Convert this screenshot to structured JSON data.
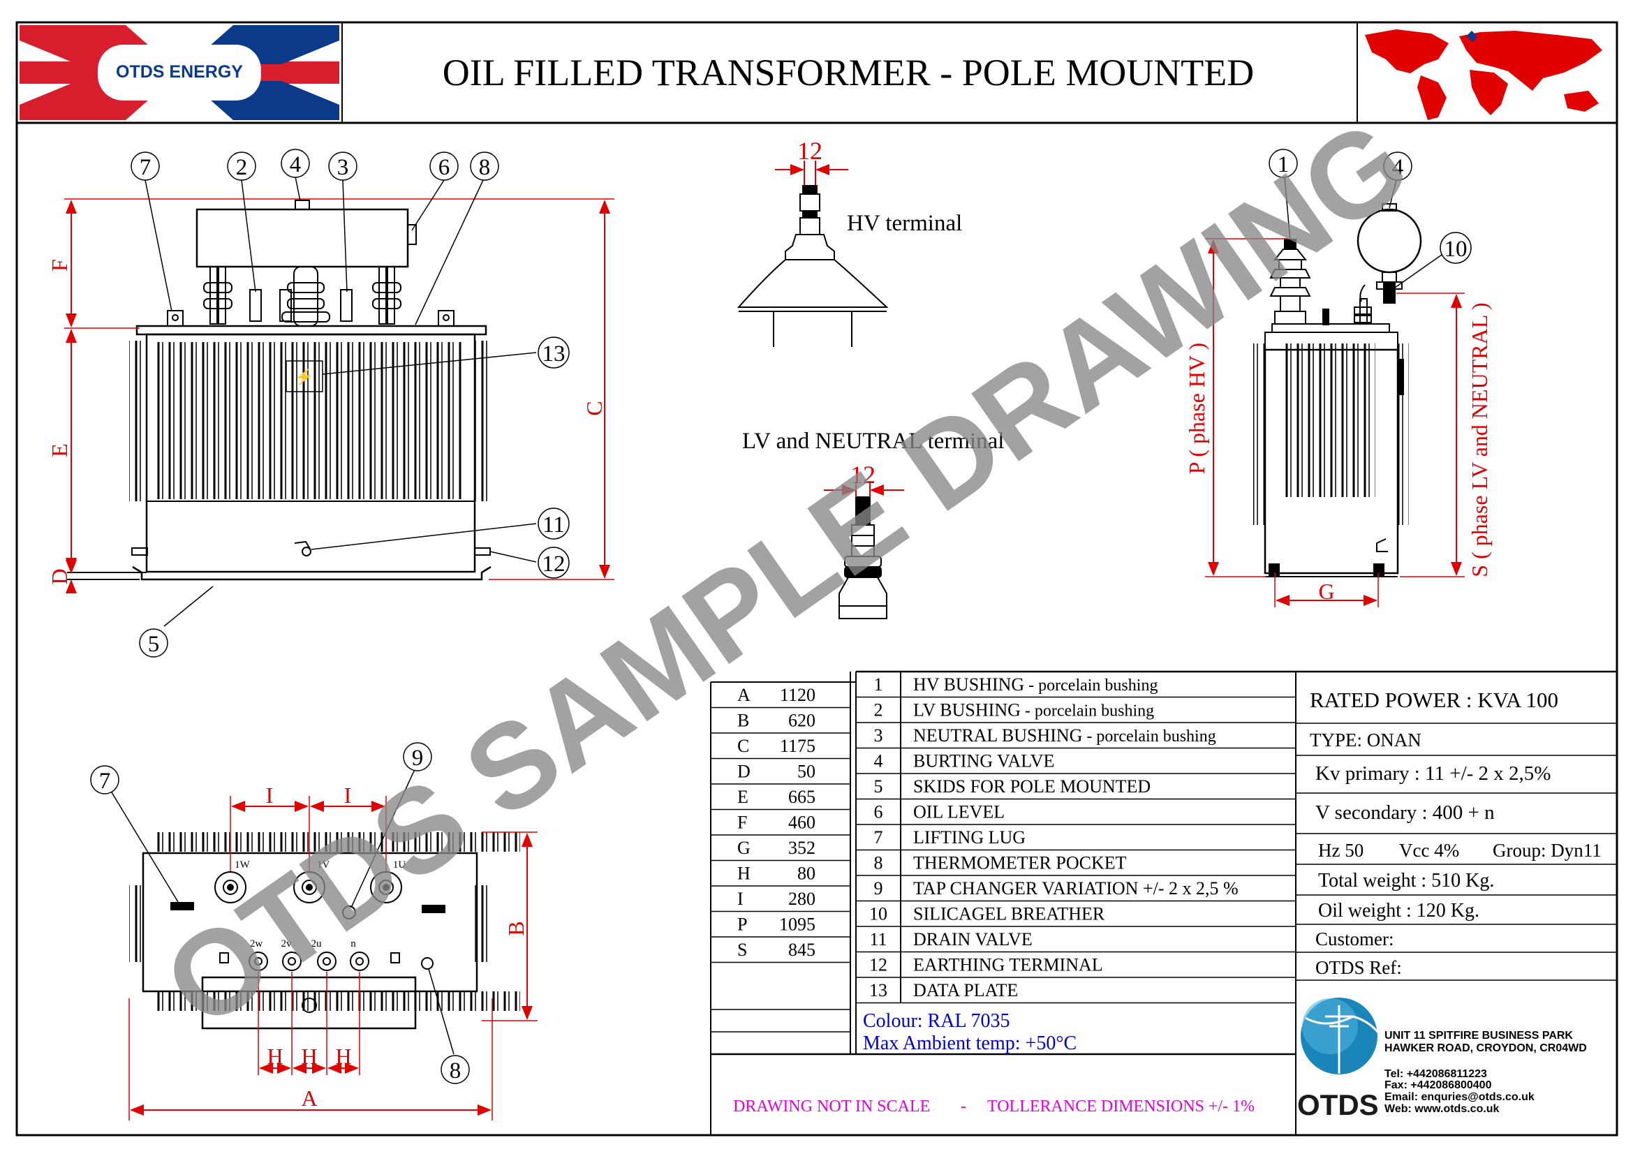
{
  "header": {
    "logo_text": "OTDS ENERGY",
    "title": "OIL FILLED TRANSFORMER - POLE MOUNTED"
  },
  "watermark": "OTDS SAMPLE DRAWING",
  "colors": {
    "dimension": "#e00000",
    "info_blue": "#0000cc",
    "note_magenta": "#e000e0",
    "watermark": "#888888",
    "map_red": "#e00000",
    "flag_red": "#d81e2c",
    "flag_blue": "#0b3a8a"
  },
  "front_view": {
    "callouts": [
      "7",
      "2",
      "4",
      "3",
      "6",
      "8",
      "13",
      "11",
      "12",
      "5"
    ],
    "dim_labels": [
      "F",
      "E",
      "D",
      "C"
    ]
  },
  "terminals": {
    "hv_label": "HV terminal",
    "hv_width": "12",
    "lv_label": "LV and NEUTRAL terminal",
    "lv_width": "12"
  },
  "side_view": {
    "callouts": [
      "1",
      "4",
      "10"
    ],
    "dim_p": "P ( phase HV )",
    "dim_s": "S ( phase LV and NEUTRAL )",
    "dim_g": "G"
  },
  "top_view": {
    "callouts": [
      "7",
      "9",
      "8"
    ],
    "dim_i": "I",
    "dim_h": "H",
    "dim_a": "A",
    "dim_b": "B",
    "hv_terminals": [
      "1W",
      "1V",
      "1U"
    ],
    "lv_terminals": [
      "2w",
      "2v",
      "2u",
      "n"
    ]
  },
  "dimensions_table": [
    {
      "key": "A",
      "value": "1120"
    },
    {
      "key": "B",
      "value": "620"
    },
    {
      "key": "C",
      "value": "1175"
    },
    {
      "key": "D",
      "value": "50"
    },
    {
      "key": "E",
      "value": "665"
    },
    {
      "key": "F",
      "value": "460"
    },
    {
      "key": "G",
      "value": "352"
    },
    {
      "key": "H",
      "value": "80"
    },
    {
      "key": "I",
      "value": "280"
    },
    {
      "key": "P",
      "value": "1095"
    },
    {
      "key": "S",
      "value": "845"
    }
  ],
  "parts_table": [
    {
      "num": "1",
      "name": "HV  BUSHING",
      "note": " - porcelain bushing"
    },
    {
      "num": "2",
      "name": "LV  BUSHING",
      "note": "  - porcelain bushing"
    },
    {
      "num": "3",
      "name": "NEUTRAL BUSHING",
      "note": " - porcelain bushing"
    },
    {
      "num": "4",
      "name": "BURTING VALVE",
      "note": ""
    },
    {
      "num": "5",
      "name": "SKIDS FOR POLE MOUNTED",
      "note": ""
    },
    {
      "num": "6",
      "name": "OIL LEVEL",
      "note": ""
    },
    {
      "num": "7",
      "name": "LIFTING LUG",
      "note": ""
    },
    {
      "num": "8",
      "name": "THERMOMETER POCKET",
      "note": ""
    },
    {
      "num": "9",
      "name": "TAP CHANGER VARIATION  +/- 2 x 2,5 %",
      "note": ""
    },
    {
      "num": "10",
      "name": "SILICAGEL BREATHER",
      "note": ""
    },
    {
      "num": "11",
      "name": "DRAIN VALVE",
      "note": ""
    },
    {
      "num": "12",
      "name": "EARTHING TERMINAL",
      "note": ""
    },
    {
      "num": "13",
      "name": "DATA PLATE",
      "note": ""
    }
  ],
  "colour_line": "Colour: RAL 7035",
  "ambient_line": "Max Ambient temp: +50°C",
  "specs": {
    "rated_power": "RATED POWER  :   KVA 100",
    "type": "TYPE: ONAN",
    "kv_primary": "Kv  primary  :     11  +/-  2 x 2,5%",
    "v_secondary": "V secondary : 400  +  n",
    "hz": "Hz 50",
    "vcc": "Vcc 4%",
    "group": "Group:   Dyn11",
    "total_weight": "Total weight : 510 Kg.",
    "oil_weight": "Oil weight : 120 Kg.",
    "customer": "Customer:",
    "otds_ref": "OTDS Ref:"
  },
  "note": {
    "left": "DRAWING NOT IN SCALE",
    "sep": "-",
    "right": "TOLLERANCE DIMENSIONS +/- 1%"
  },
  "company": {
    "logo": "OTDS",
    "address1": "UNIT 11 SPITFIRE BUSINESS PARK",
    "address2": "HAWKER ROAD, CROYDON, CR04WD",
    "tel": "Tel: +442086811223",
    "fax": "Fax: +442086800400",
    "email": "Email: enquries@otds.co.uk",
    "web": "Web: www.otds.co.uk"
  }
}
